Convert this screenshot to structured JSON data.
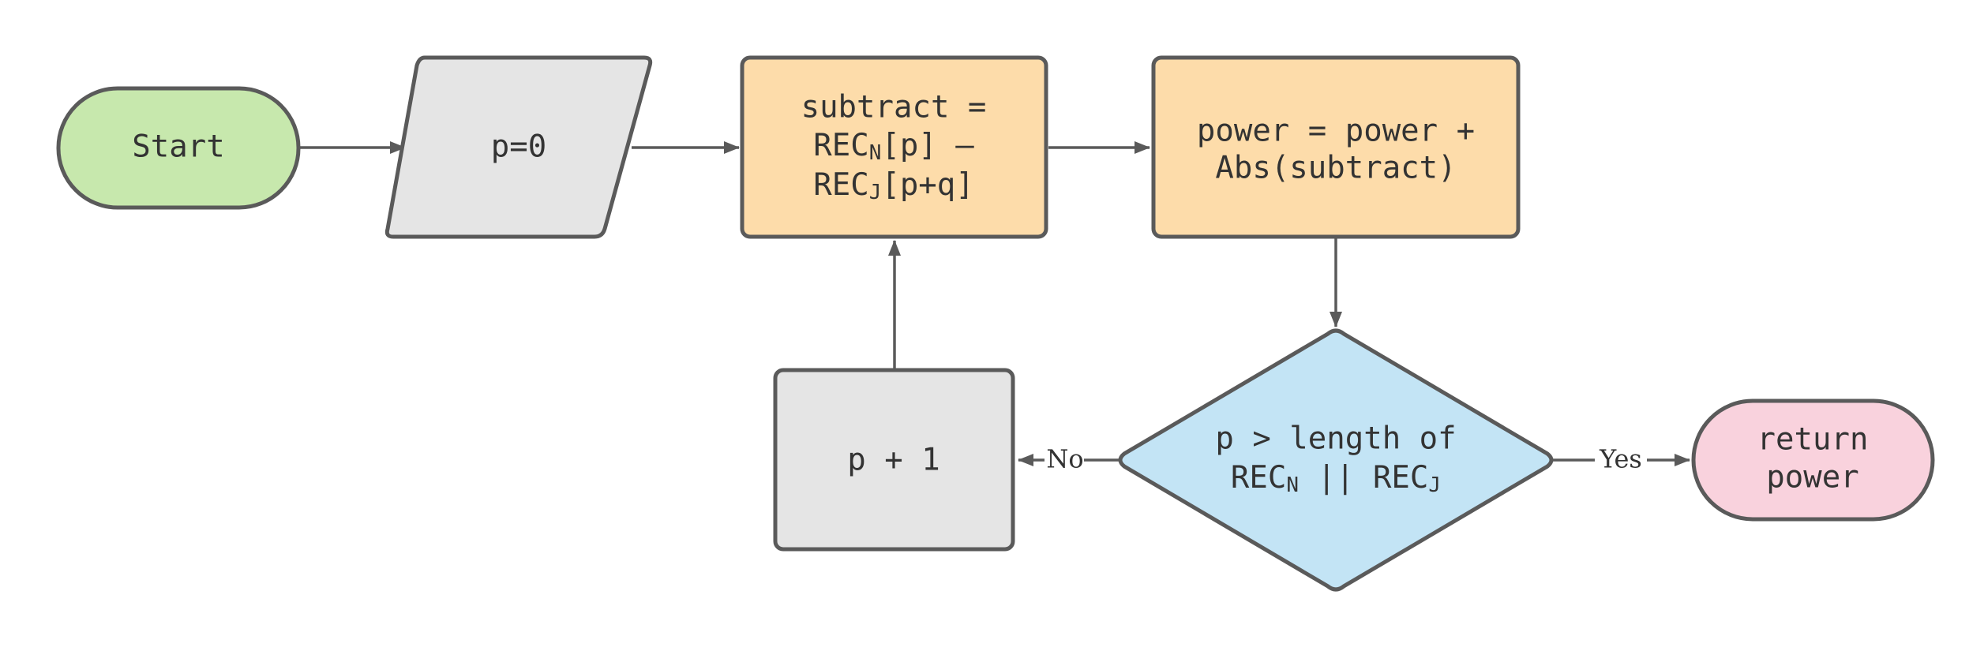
{
  "colors": {
    "start": "#c7e8ad",
    "io": "#e5e5e5",
    "process": "#fddcaa",
    "decision": "#c3e4f5",
    "end": "#f9d2dd",
    "stroke": "#5a5a5a",
    "text": "#333333"
  },
  "nodes": {
    "start": {
      "label": "Start"
    },
    "init": {
      "label": "p=0"
    },
    "subtract": {
      "line1": "subtract =",
      "line2_main": "REC",
      "line2_sub": "N",
      "line2_rest": "[p] –",
      "line3_main": "REC",
      "line3_sub": "J",
      "line3_rest": "[p+q]"
    },
    "power": {
      "line1": "power = power +",
      "line2": "Abs(subtract)"
    },
    "decision": {
      "line1": "p > length of",
      "line2_a": "REC",
      "line2_a_sub": "N",
      "line2_mid": " || REC",
      "line2_b_sub": "J"
    },
    "increment": {
      "label": "p + 1"
    },
    "end": {
      "line1": "return",
      "line2": "power"
    }
  },
  "edges": {
    "no_label": "No",
    "yes_label": "Yes"
  }
}
